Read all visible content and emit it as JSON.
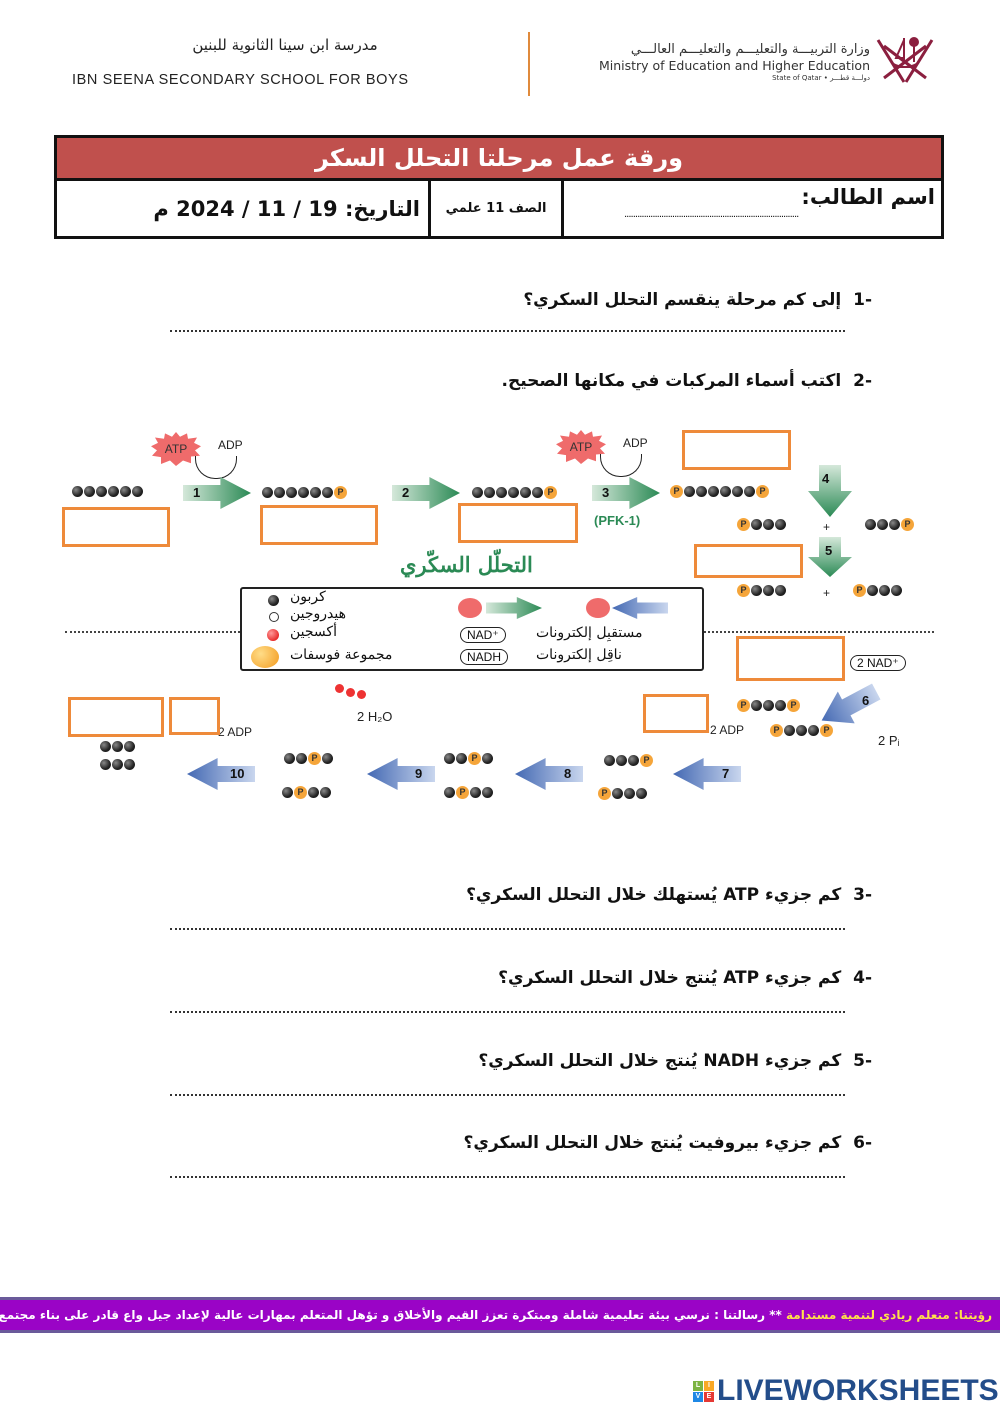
{
  "header": {
    "school_ar": "مدرسة ابن سينا الثانوية للبنين",
    "school_en": "IBN SEENA SECONDARY SCHOOL FOR BOYS",
    "ministry_ar": "وزارة التربيـــة والتعليـــم والتعليـــم العالـــي",
    "ministry_en": "Ministry of Education and Higher Education",
    "state": "State of Qatar • دولـــة قطـــر"
  },
  "title_table": {
    "title": "ورقة عمل مرحلتا التحلل السكر",
    "student_name": "اسم الطالب:",
    "class": "الصف 11 علمي",
    "date": "التاريخ: 19 / 11 / 2024 م",
    "name_dots": "................................................................................"
  },
  "questions": [
    {
      "number": "-1",
      "text": "إلى كم مرحلة ينقسم التحلل السكري؟"
    },
    {
      "number": "-2",
      "text": "اكتب أسماء المركبات في مكانها الصحيح."
    },
    {
      "number": "-3",
      "text": "كم جزيء  ATP  يُستهلك خلال التحلل السكري؟"
    },
    {
      "number": "-4",
      "text": "كم جزيء  ATP  يُنتج خلال التحلل السكري؟"
    },
    {
      "number": "-5",
      "text": "كم جزيء NADH يُنتج خلال التحلل السكري؟"
    },
    {
      "number": "-6",
      "text": "كم جزيء بيروفيت يُنتج خلال التحلل السكري؟"
    }
  ],
  "diagram": {
    "title": "التحلّل السكّري",
    "atp": "ATP",
    "adp": "ADP",
    "two_adp": "2 ADP",
    "pfk": "(PFK-1)",
    "plus": "+",
    "nad_two": "2 NAD⁺",
    "pi": "2 Pᵢ",
    "water": "2 H₂O",
    "p": "P",
    "steps": [
      "1",
      "2",
      "3",
      "4",
      "5",
      "6",
      "7",
      "8",
      "9",
      "10"
    ],
    "legend": {
      "carbon": "كربون",
      "hydrogen": "هيدروجين",
      "oxygen": "أكسجين",
      "phosphate": "مجموعة فوسفات",
      "acceptor": "مستقبِل إلكترونات",
      "carrier": "ناقِل إلكترونات",
      "nad": "NAD⁺",
      "nadh": "NADH"
    }
  },
  "footer": {
    "vision": "رؤيتنا: متعلم ريادي لتنمية مستدامة",
    "mission": " ** رسالتنا : نرسي بيئة تعليمية شاملة ومبتكرة تعزز القيم والأخلاق و تؤهل المتعلم بمهارات عالية لإعداد جيل واع قادر على بناء مجتمع متقدم واقتصاد مزدهر"
  },
  "brand": {
    "name": "LIVEWORKSHEETS",
    "tiles": [
      "L",
      "I",
      "V",
      "E"
    ]
  }
}
